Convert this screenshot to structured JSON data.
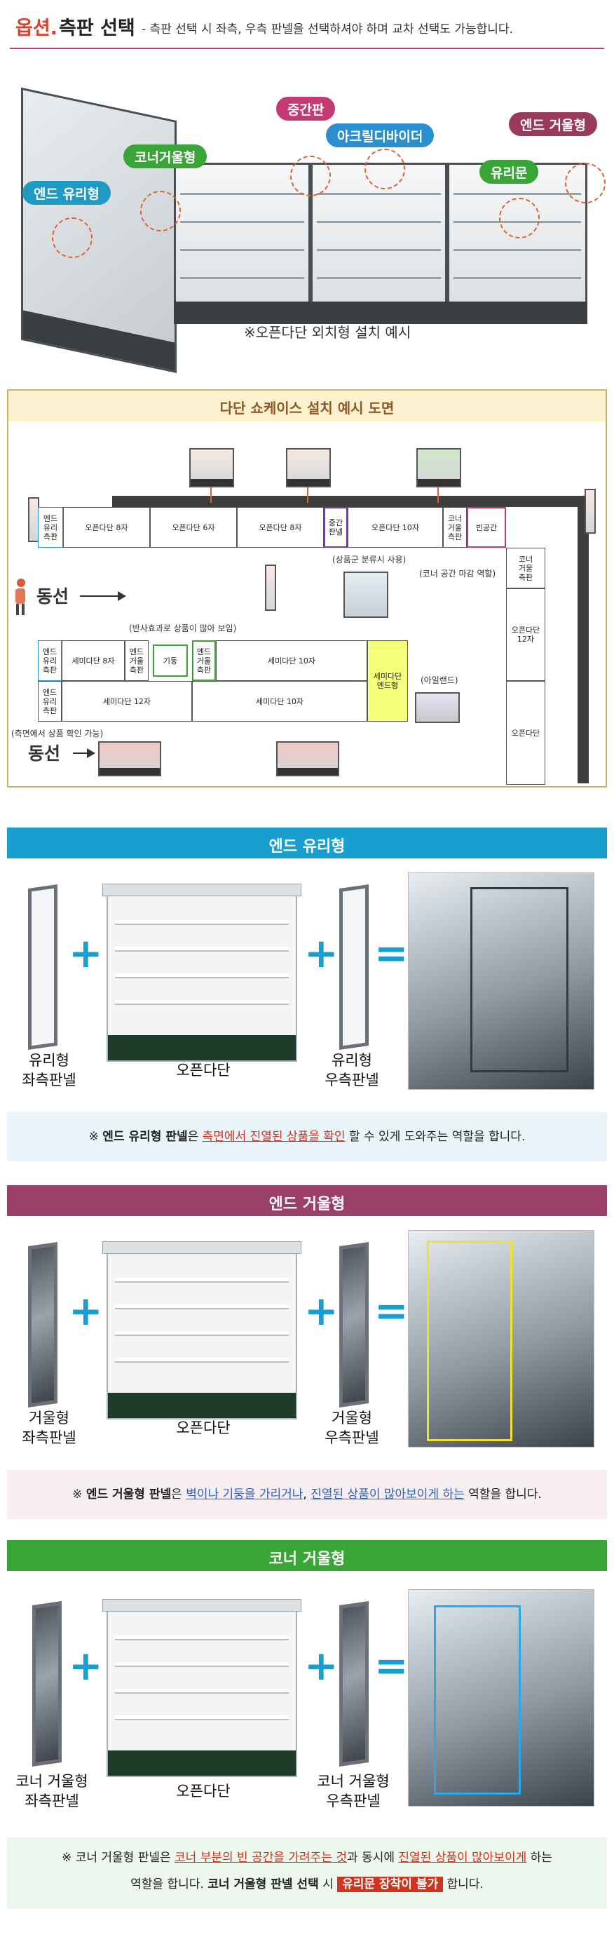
{
  "header": {
    "option_label": "옵션.",
    "title": "측판 선택",
    "subtitle": "-  측판 선택 시 좌측, 우측 판넬을 선택하셔야 하며 교차 선택도 가능합니다."
  },
  "hero": {
    "callouts": {
      "middle_panel": "중간판",
      "corner_mirror": "코너거울형",
      "acrylic_divider": "아크릴디바이더",
      "end_mirror": "엔드 거울형",
      "end_glass": "엔드 유리형",
      "glass_door": "유리문"
    },
    "caption": "※오픈다단 외치형 설치 예시",
    "colors": {
      "red": "#d9432e",
      "green": "#3aa537",
      "pink": "#c43a73",
      "blue": "#2a8fd0",
      "maroon": "#9a3a5a",
      "teal": "#1f9bc2"
    }
  },
  "floor_plan": {
    "title": "다단 쇼케이스 설치 예시 도면",
    "top_row": [
      "엔드\n유리\n측판",
      "오픈다단 8자",
      "오픈다단 6자",
      "오픈다단 8자",
      "중간\n판넬",
      "오픈다단 10자",
      "코너\n거울\n측판",
      "빈공간"
    ],
    "notes": {
      "product_divider": "(상품군 분류시 사용)",
      "corner_note": "(코너 공간 마감 역할)",
      "reflection_note": "(반사효과로 상품이 많아 보임)",
      "side_check_note": "(측면에서 상품 확인 가능)",
      "island_note": "(아일랜드)"
    },
    "flow_label": "동선",
    "middle_row": [
      "엔드\n유리\n측판",
      "세미다단 8자",
      "엔드\n거울\n측판",
      "기둥",
      "엔드\n거울\n측판",
      "세미다단 10자"
    ],
    "bottom_row": [
      "엔드\n유리\n측판",
      "세미다단 12자",
      "세미다단 10자"
    ],
    "island_end": "세미다단\n엔드형",
    "right_column": [
      "코너\n거울\n측판",
      "오픈다단\n12자",
      "오픈다단"
    ]
  },
  "sections": [
    {
      "title": "엔드 유리형",
      "bar_color": "#199fcf",
      "plus_color": "#199fcf",
      "left_label": "유리형\n좌측판넬",
      "middle_label": "오픈다단",
      "right_label": "유리형\n우측판넬",
      "frame_color": "#2f3a44",
      "note_bg": "#e9f4f9",
      "note": {
        "prefix": "※ ",
        "bold": "엔드 유리형 판넬",
        "mid1": "은 ",
        "hl": "측면에서 진열된 상품을 확인",
        "tail": " 할 수 있게 도와주는 역할을 합니다."
      }
    },
    {
      "title": "엔드 거울형",
      "bar_color": "#9c3f68",
      "plus_color": "#199fcf",
      "left_label": "거울형\n좌측판넬",
      "middle_label": "오픈다단",
      "right_label": "거울형\n우측판넬",
      "frame_color": "#f0e12a",
      "note_bg": "#f7eef2",
      "note": {
        "prefix": "※ ",
        "bold": "엔드 거울형 판넬",
        "mid1": "은 ",
        "hl1": "벽이나 기둥을 가리거나",
        "mid2": ", ",
        "hl2": "진열된 상품이 많아보이게 하는",
        "tail": " 역할을 합니다."
      }
    },
    {
      "title": "코너 거울형",
      "bar_color": "#3aa537",
      "plus_color": "#199fcf",
      "left_label": "코너 거울형\n좌측판넬",
      "middle_label": "오픈다단",
      "right_label": "코너 거울형\n우측판넬",
      "frame_color": "#2aa9e8",
      "note_bg": "#eef7ee",
      "note": {
        "prefix": "※ 코너 거울형 판넬은 ",
        "hl1": "코너 부분의 빈 공간을 가려주는 것",
        "mid1": "과 동시에 ",
        "hl2": "진열된 상품이 많아보이게",
        "tail1": " 하는",
        "line2_a": "역할을 합니다. ",
        "line2_bold": "코너 거울형 판넬 선택",
        "line2_b": " 시 ",
        "pill": "유리문 장착이 불가",
        "line2_c": " 합니다."
      }
    }
  ]
}
